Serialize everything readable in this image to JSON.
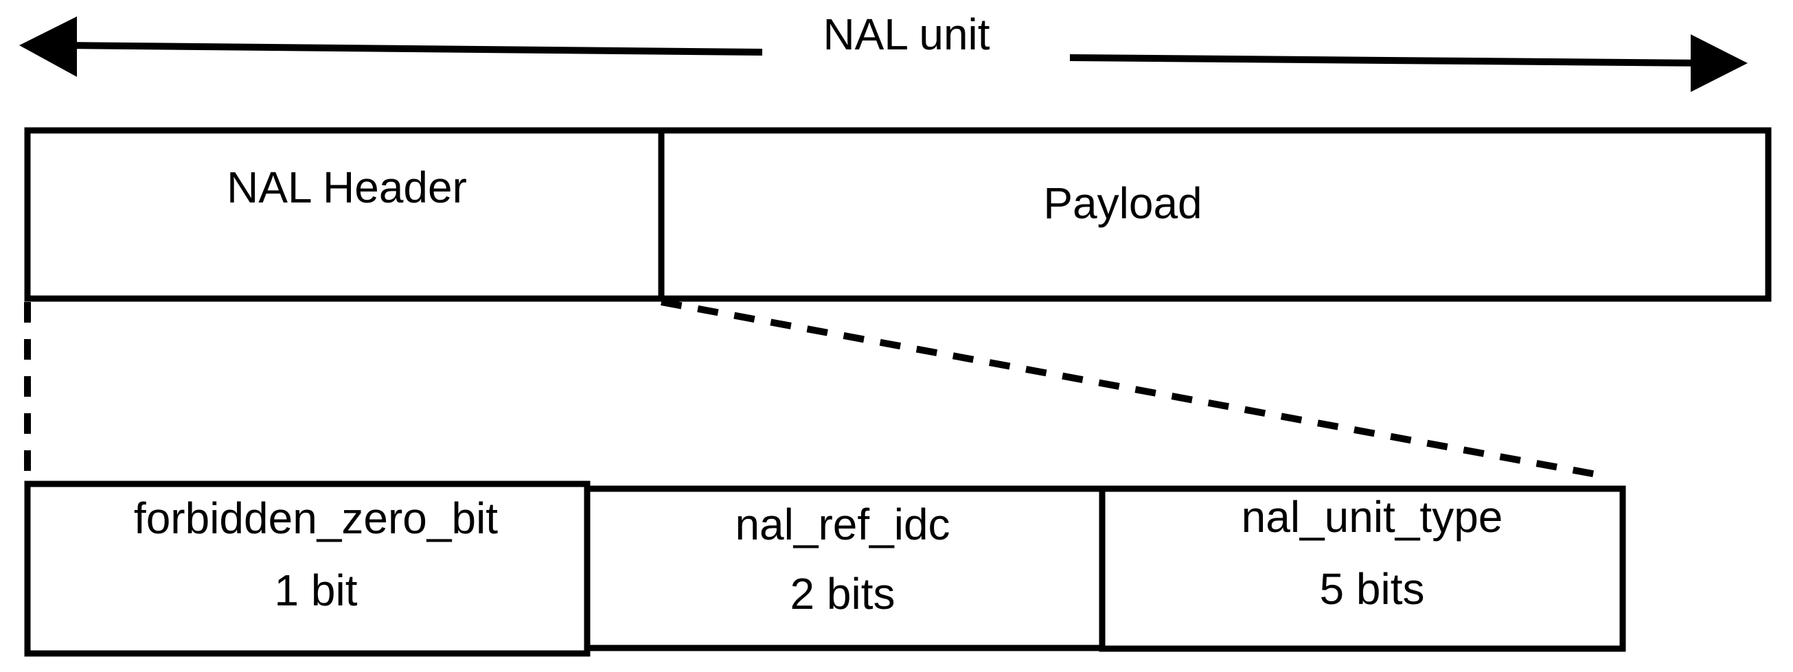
{
  "title": "NAL unit",
  "top_row": {
    "header_label": "NAL Header",
    "payload_label": "Payload"
  },
  "fields": [
    {
      "name": "forbidden_zero_bit",
      "size": "1 bit"
    },
    {
      "name": "nal_ref_idc",
      "size": "2 bits"
    },
    {
      "name": "nal_unit_type",
      "size": "5 bits"
    }
  ]
}
